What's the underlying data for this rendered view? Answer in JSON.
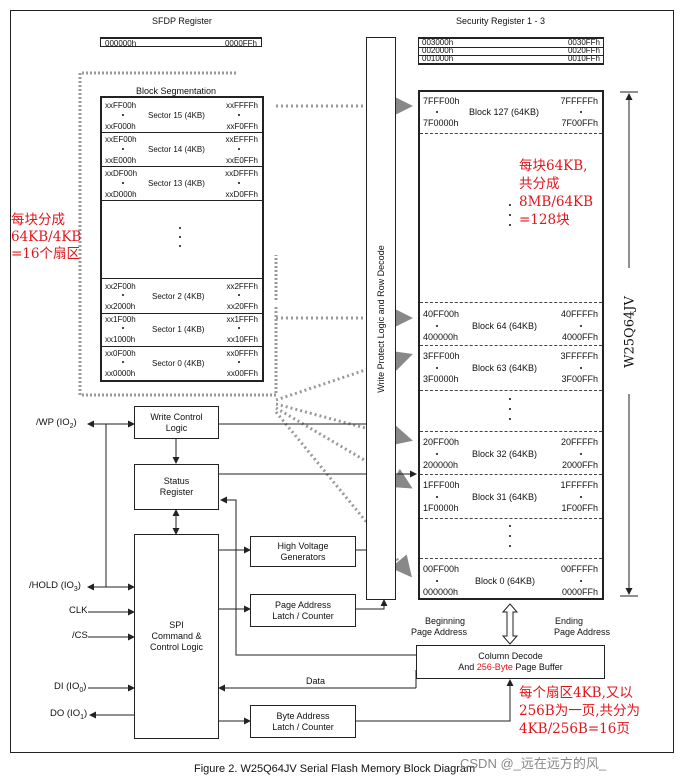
{
  "sfdp": {
    "title": "SFDP Register",
    "start": "000000h",
    "end": "0000FFh"
  },
  "security": {
    "title": "Security Register 1 - 3",
    "rows": [
      {
        "start": "003000h",
        "end": "0030FFh"
      },
      {
        "start": "002000h",
        "end": "0020FFh"
      },
      {
        "start": "001000h",
        "end": "0010FFh"
      }
    ]
  },
  "block_seg": {
    "title": "Block Segmentation",
    "sectors": [
      {
        "tl": "xxFF00h",
        "bl": "xxF000h",
        "label": "Sector 15 (4KB)",
        "tr": "xxFFFFh",
        "br": "xxF0FFh"
      },
      {
        "tl": "xxEF00h",
        "bl": "xxE000h",
        "label": "Sector 14 (4KB)",
        "tr": "xxEFFFh",
        "br": "xxE0FFh"
      },
      {
        "tl": "xxDF00h",
        "bl": "xxD000h",
        "label": "Sector 13 (4KB)",
        "tr": "xxDFFFh",
        "br": "xxD0FFh"
      },
      {
        "tl": "xx2F00h",
        "bl": "xx2000h",
        "label": "Sector 2 (4KB)",
        "tr": "xx2FFFh",
        "br": "xx20FFh"
      },
      {
        "tl": "xx1F00h",
        "bl": "xx1000h",
        "label": "Sector 1 (4KB)",
        "tr": "xx1FFFh",
        "br": "xx10FFh"
      },
      {
        "tl": "xx0F00h",
        "bl": "xx0000h",
        "label": "Sector 0 (4KB)",
        "tr": "xx0FFFh",
        "br": "xx00FFh"
      }
    ]
  },
  "memory": {
    "blocks": [
      {
        "tl": "7FFF00h",
        "bl": "7F0000h",
        "label": "Block 127 (64KB)",
        "tr": "7FFFFFh",
        "br": "7F00FFh"
      },
      {
        "tl": "40FF00h",
        "bl": "400000h",
        "label": "Block 64 (64KB)",
        "tr": "40FFFFh",
        "br": "4000FFh"
      },
      {
        "tl": "3FFF00h",
        "bl": "3F0000h",
        "label": "Block 63 (64KB)",
        "tr": "3FFFFFh",
        "br": "3F00FFh"
      },
      {
        "tl": "20FF00h",
        "bl": "200000h",
        "label": "Block 32 (64KB)",
        "tr": "20FFFFh",
        "br": "2000FFh"
      },
      {
        "tl": "1FFF00h",
        "bl": "1F0000h",
        "label": "Block 31 (64KB)",
        "tr": "1FFFFFh",
        "br": "1F00FFh"
      },
      {
        "tl": "00FF00h",
        "bl": "000000h",
        "label": "Block 0 (64KB)",
        "tr": "00FFFFh",
        "br": "0000FFh"
      }
    ]
  },
  "chip_name": "W25Q64JV",
  "write_protect": "Write Protect Logic and Row Decode",
  "pins": [
    {
      "name": "/WP",
      "sub": "2"
    },
    {
      "name": "/HOLD",
      "sub": "3"
    },
    {
      "name": "CLK",
      "sub": ""
    },
    {
      "name": "/CS",
      "sub": ""
    },
    {
      "name": "DI",
      "sub": "0"
    },
    {
      "name": "DO",
      "sub": "1"
    }
  ],
  "pin_io": "(IO",
  "pin_close": ")",
  "blocks_logic": {
    "write_control": [
      "Write Control",
      "Logic"
    ],
    "status": [
      "Status",
      "Register"
    ],
    "spi": [
      "SPI",
      "Command &",
      "Control Logic"
    ],
    "hv": [
      "High Voltage",
      "Generators"
    ],
    "page_addr": [
      "Page Address",
      "Latch / Counter"
    ],
    "byte_addr": [
      "Byte Address",
      "Latch / Counter"
    ],
    "col_decode_1": "Column Decode",
    "col_decode_2a": "And ",
    "col_decode_2b": "256-Byte",
    "col_decode_2c": " Page Buffer"
  },
  "labels": {
    "beginning": [
      "Beginning",
      "Page Address"
    ],
    "ending": [
      "Ending",
      "Page Address"
    ],
    "data": "Data",
    "figure": "Figure 2. W25Q64JV Serial Flash Memory Block Diagram",
    "watermark": "CSDN @_远在远方的风_"
  },
  "annotations": {
    "left": [
      "每块分成",
      "64KB/4KB",
      "=16个扇区"
    ],
    "right": [
      "每块64KB,",
      "共分成",
      "8MB/64KB",
      "=128块"
    ],
    "bottom": [
      "每个扇区4KB,又以",
      "256B为一页,共分为",
      "4KB/256B=16页"
    ]
  },
  "colors": {
    "annotation": "#e0161b",
    "dotted": "#999999",
    "line": "#222222"
  }
}
